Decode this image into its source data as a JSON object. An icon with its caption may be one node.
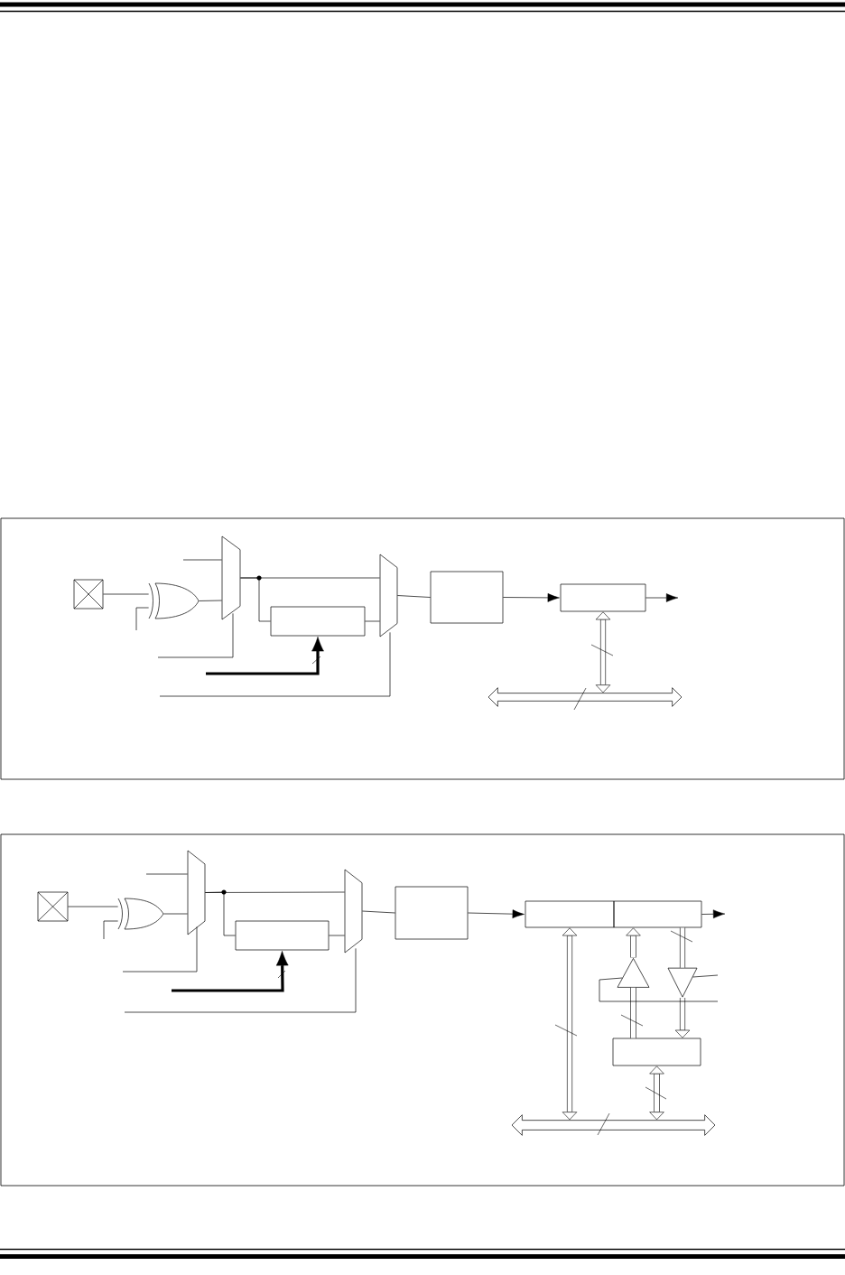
{
  "diagram": {
    "nodes": [
      {
        "text": [],
        "shape": "pad"
      },
      {
        "text": [],
        "shape": "gate"
      },
      {
        "text": [],
        "shape": "trapezoid"
      },
      {
        "text": [],
        "shape": "box"
      },
      {
        "text": [],
        "shape": "trapezoid"
      },
      {
        "text": [],
        "shape": "box"
      },
      {
        "text": [],
        "shape": "box"
      },
      {
        "text": [],
        "shape": "arrow"
      },
      {
        "text": [],
        "shape": "pad"
      },
      {
        "text": [],
        "shape": "gate"
      },
      {
        "text": [],
        "shape": "trapezoid"
      },
      {
        "text": [],
        "shape": "box"
      },
      {
        "text": [],
        "shape": "trapezoid"
      },
      {
        "text": [],
        "shape": "box"
      },
      {
        "text": [],
        "shape": "box"
      },
      {
        "text": [],
        "shape": "box"
      },
      {
        "text": [],
        "shape": "triangle"
      },
      {
        "text": [],
        "shape": "triangle"
      },
      {
        "text": [],
        "shape": "box"
      },
      {
        "text": [],
        "shape": "arrow"
      }
    ],
    "edges": [
      {
        "from": 0,
        "to": 1,
        "arrow": "none"
      },
      {
        "from": null,
        "to": 1,
        "arrow": "none"
      },
      {
        "from": 1,
        "to": 2,
        "arrow": "none"
      },
      {
        "from": null,
        "to": 2,
        "arrow": "none"
      },
      {
        "from": null,
        "to": 2,
        "arrow": "none"
      },
      {
        "from": 2,
        "to": 4,
        "arrow": "none"
      },
      {
        "from": 2,
        "to": 3,
        "arrow": "none"
      },
      {
        "from": 3,
        "to": 4,
        "arrow": "none"
      },
      {
        "from": null,
        "to": 3,
        "arrow": "to",
        "style": "thick"
      },
      {
        "from": null,
        "to": 4,
        "arrow": "none"
      },
      {
        "from": 4,
        "to": 5,
        "arrow": "none"
      },
      {
        "from": 5,
        "to": 6,
        "arrow": "to"
      },
      {
        "from": 6,
        "to": null,
        "arrow": "to"
      },
      {
        "from": 6,
        "to": 7,
        "arrow": "both",
        "style": "thick"
      },
      {
        "from": 8,
        "to": 9,
        "arrow": "none"
      },
      {
        "from": null,
        "to": 9,
        "arrow": "none"
      },
      {
        "from": 9,
        "to": 10,
        "arrow": "none"
      },
      {
        "from": null,
        "to": 10,
        "arrow": "none"
      },
      {
        "from": null,
        "to": 10,
        "arrow": "none"
      },
      {
        "from": 10,
        "to": 12,
        "arrow": "none"
      },
      {
        "from": 10,
        "to": 11,
        "arrow": "none"
      },
      {
        "from": 11,
        "to": 12,
        "arrow": "none"
      },
      {
        "from": null,
        "to": 11,
        "arrow": "to",
        "style": "thick"
      },
      {
        "from": null,
        "to": 12,
        "arrow": "none"
      },
      {
        "from": 12,
        "to": 13,
        "arrow": "none"
      },
      {
        "from": 13,
        "to": 14,
        "arrow": "to"
      },
      {
        "from": 15,
        "to": null,
        "arrow": "to"
      },
      {
        "from": 14,
        "to": 19,
        "arrow": "both",
        "style": "thick"
      },
      {
        "from": 16,
        "to": 15,
        "arrow": "to",
        "style": "thick"
      },
      {
        "from": 18,
        "to": 16,
        "arrow": "none",
        "style": "thick"
      },
      {
        "from": 15,
        "to": 17,
        "arrow": "none",
        "style": "thick"
      },
      {
        "from": 17,
        "to": 18,
        "arrow": "to",
        "style": "thick"
      },
      {
        "from": 18,
        "to": 19,
        "arrow": "both",
        "style": "thick"
      },
      {
        "from": null,
        "to": 17,
        "arrow": "none"
      },
      {
        "from": null,
        "to": 16,
        "arrow": "none"
      }
    ]
  }
}
